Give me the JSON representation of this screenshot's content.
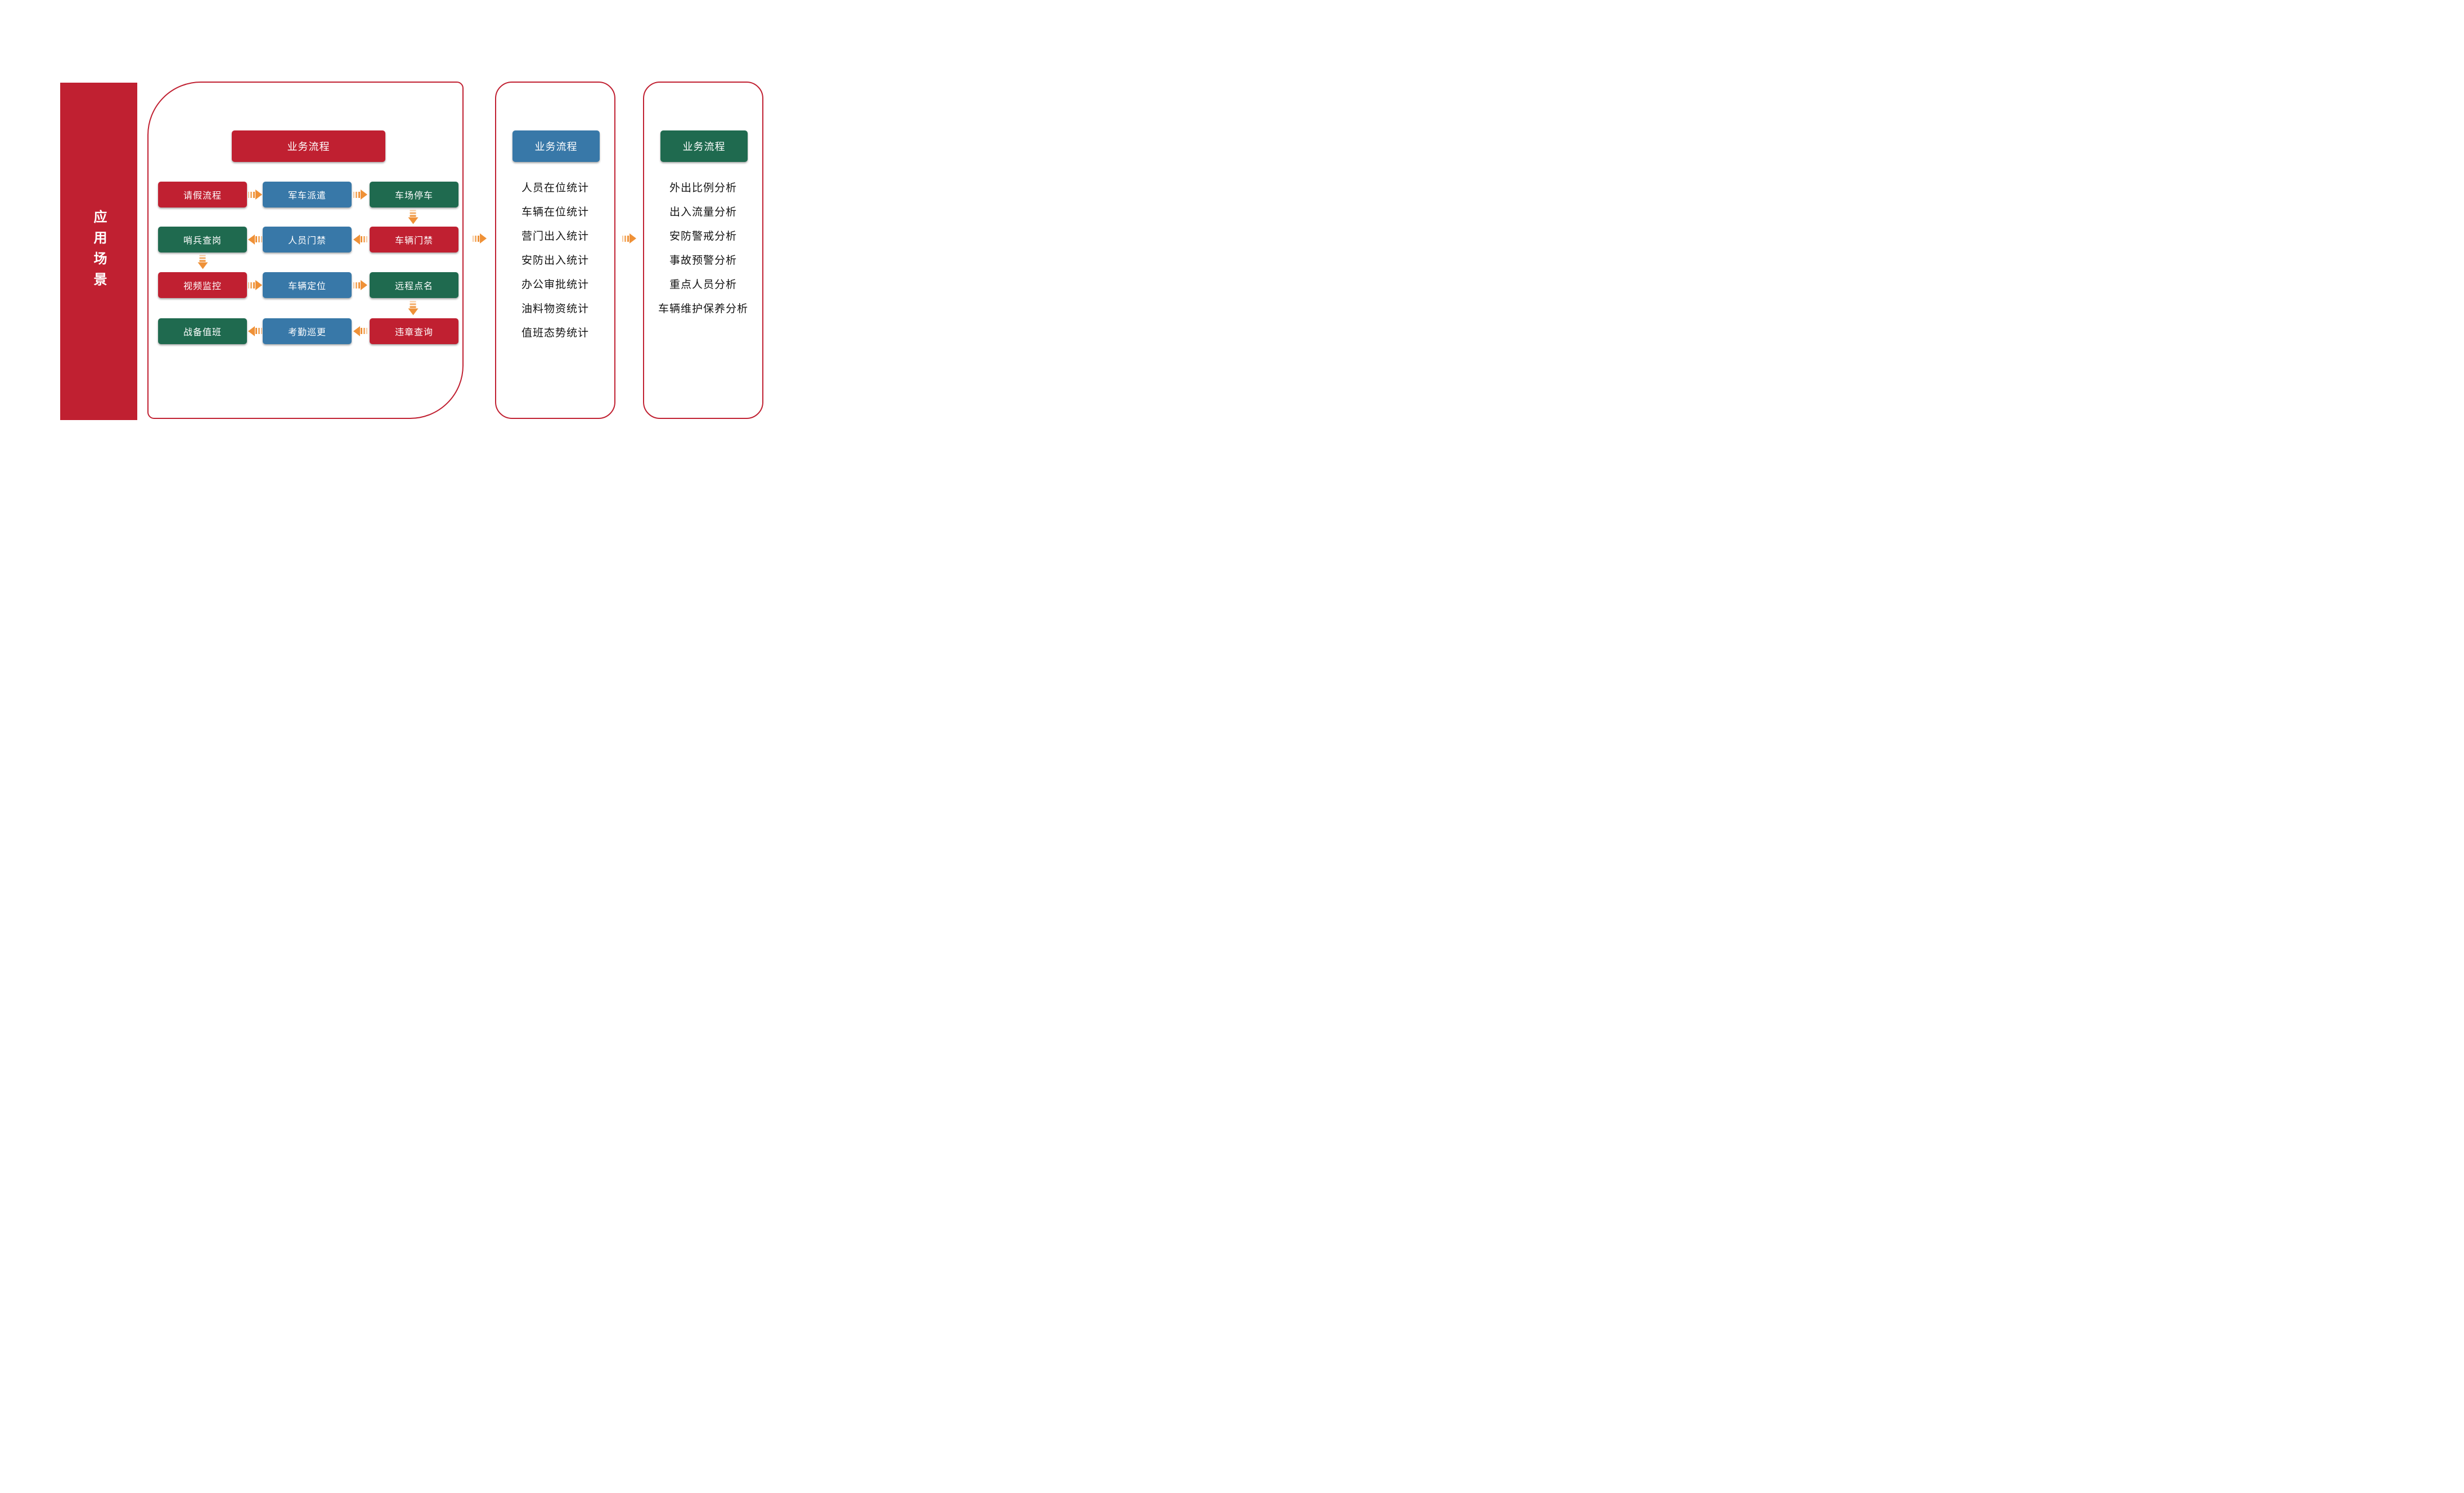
{
  "palette": {
    "red": "#C02031",
    "blue": "#3878A8",
    "green": "#1F6A4F",
    "orange": "#EF9137",
    "border": "#C02031"
  },
  "left_bar": {
    "label": "应用场景"
  },
  "flow_panel": {
    "header": "业务流程",
    "rows": [
      {
        "direction": "right",
        "cells": [
          {
            "label": "请假流程",
            "color": "red"
          },
          {
            "label": "军车派遣",
            "color": "blue"
          },
          {
            "label": "车场停车",
            "color": "green"
          }
        ]
      },
      {
        "direction": "left",
        "cells": [
          {
            "label": "哨兵查岗",
            "color": "green"
          },
          {
            "label": "人员门禁",
            "color": "blue"
          },
          {
            "label": "车辆门禁",
            "color": "red"
          }
        ]
      },
      {
        "direction": "right",
        "cells": [
          {
            "label": "视频监控",
            "color": "red"
          },
          {
            "label": "车辆定位",
            "color": "blue"
          },
          {
            "label": "远程点名",
            "color": "green"
          }
        ]
      },
      {
        "direction": "left",
        "cells": [
          {
            "label": "战备值班",
            "color": "green"
          },
          {
            "label": "考勤巡更",
            "color": "blue"
          },
          {
            "label": "违章查询",
            "color": "red"
          }
        ]
      }
    ]
  },
  "stats_panel": {
    "header": "业务流程",
    "items": [
      "人员在位统计",
      "车辆在位统计",
      "营门出入统计",
      "安防出入统计",
      "办公审批统计",
      "油料物资统计",
      "值班态势统计"
    ]
  },
  "analysis_panel": {
    "header": "业务流程",
    "items": [
      "外出比例分析",
      "出入流量分析",
      "安防警戒分析",
      "事故预警分析",
      "重点人员分析",
      "车辆维护保养分析"
    ]
  }
}
